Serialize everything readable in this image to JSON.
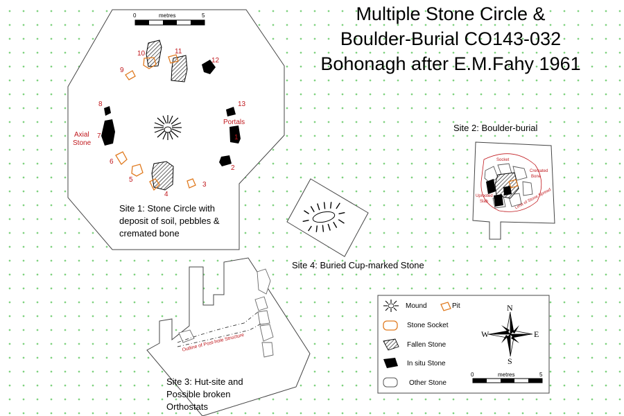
{
  "title": {
    "line1": "Multiple Stone Circle &",
    "line2": "Boulder-Burial CO143-032",
    "line3": "Bohonagh after E.M.Fahy 1961"
  },
  "scale_top": {
    "start": "0",
    "unit": "metres",
    "end": "5"
  },
  "site1": {
    "caption_line1": "Site 1: Stone Circle with",
    "caption_line2": "deposit of soil, pebbles &",
    "caption_line3": "cremated bone",
    "numbers": [
      "1",
      "2",
      "3",
      "4",
      "5",
      "6",
      "7",
      "8",
      "9",
      "10",
      "11",
      "12",
      "13"
    ],
    "axial_label_line1": "Axial",
    "axial_label_line2": "Stone",
    "portals_label": "Portals"
  },
  "site2": {
    "caption": "Site 2: Boulder-burial",
    "socket_label": "Socket",
    "cremated_line1": "Cremated",
    "cremated_line2": "Bone",
    "uprooted_line1": "Uprooted",
    "uprooted_line2": "Slab",
    "limit_label": "Limit of Stone Spread"
  },
  "site3": {
    "caption_line1": "Site 3: Hut-site and",
    "caption_line2": "Possible broken",
    "caption_line3": "Orthostats",
    "outline_label": "Outline of Post-hole Structure"
  },
  "site4": {
    "caption": "Site 4: Buried Cup-marked Stone"
  },
  "legend": {
    "mound": "Mound",
    "pit": "Pit",
    "stone_socket": "Stone Socket",
    "fallen_stone": "Fallen Stone",
    "in_situ_stone": "In situ Stone",
    "other_stone": "Other Stone",
    "scale_start": "0",
    "scale_unit": "metres",
    "scale_end": "5"
  },
  "compass": {
    "n": "N",
    "s": "S",
    "e": "E",
    "w": "W"
  },
  "colors": {
    "accent_red": "#c0171c",
    "socket_orange": "#e07a1f",
    "dot_green": "#7fd27f"
  }
}
